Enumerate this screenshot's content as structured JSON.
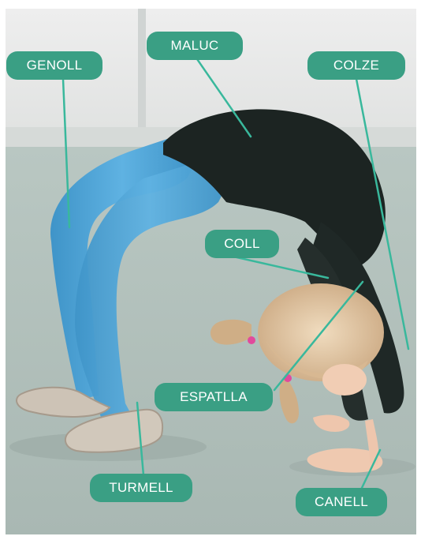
{
  "labels": {
    "maluc": "MALUC",
    "genoll": "GENOLL",
    "colze": "COLZE",
    "coll": "COLL",
    "espatlla": "ESPATLLA",
    "turmell": "TURMELL",
    "canell": "CANELL"
  },
  "colors": {
    "label_bg": "#3a9f84",
    "leader_line": "#39b89c",
    "leotard": "#1c2422",
    "tights": "#4fa5d8",
    "floor": "#b9c6c1",
    "wall": "#e6e7e6"
  }
}
